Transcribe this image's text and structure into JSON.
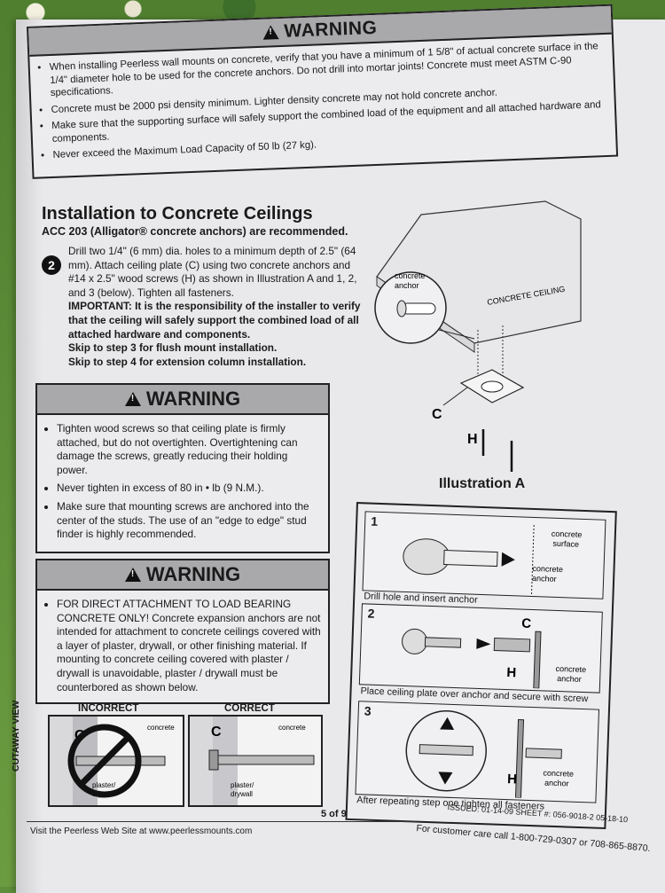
{
  "warning_top": {
    "title": "WARNING",
    "items": [
      "When installing Peerless wall mounts on concrete, verify that you have a minimum of 1 5/8\" of actual concrete surface in the 1/4\" diameter hole to be used for the concrete anchors. Do not drill into mortar joints! Concrete must meet ASTM C-90 specifications.",
      "Concrete must be 2000 psi density minimum. Lighter density concrete may not hold concrete anchor.",
      "Make sure that the supporting surface will safely support the combined load of the equipment and all attached hardware and components.",
      "Never exceed the Maximum Load Capacity of 50 lb (27 kg)."
    ]
  },
  "section": {
    "title": "Installation to Concrete Ceilings",
    "subtitle": "ACC 203 (Alligator® concrete anchors) are recommended."
  },
  "step2": {
    "number": "2",
    "text": "Drill two 1/4\" (6 mm) dia. holes to a minimum depth of 2.5\" (64 mm). Attach ceiling plate (C) using two concrete anchors and #14 x 2.5\" wood screws (H) as shown in Illustration A and 1, 2, and 3 (below). Tighten all fasteners.",
    "important": "IMPORTANT: It is the responsibility of the installer to verify that the ceiling will safely support the combined load of all attached hardware and components.",
    "skip3": "Skip to step 3 for flush mount installation.",
    "skip4": "Skip to step 4 for extension column installation."
  },
  "warning_mid": {
    "title": "WARNING",
    "items": [
      "Tighten wood screws so that ceiling plate is firmly attached, but do not overtighten. Overtightening can damage the screws, greatly reducing their holding power.",
      "Never tighten in excess of 80 in • lb (9 N.M.).",
      "Make sure that mounting screws are anchored into the center of the studs. The use of an \"edge to edge\" stud finder is highly recommended."
    ]
  },
  "warning_bot": {
    "title": "WARNING",
    "items": [
      "FOR DIRECT ATTACHMENT TO LOAD BEARING CONCRETE ONLY! Concrete expansion anchors are not intended for attachment to concrete ceilings covered with a layer of plaster, drywall, or other finishing material. If mounting to concrete ceiling covered with plaster / drywall is unavoidable, plaster / drywall must be counterbored as shown below."
    ]
  },
  "cutaway": {
    "side_label": "CUTAWAY VIEW",
    "incorrect": "INCORRECT",
    "correct": "CORRECT",
    "c": "C",
    "concrete": "concrete",
    "plaster": "plaster/",
    "drywall": "drywall"
  },
  "illustration_a": {
    "title": "Illustration A",
    "concrete_anchor_1": "concrete",
    "concrete_anchor_2": "anchor",
    "ceiling": "CONCRETE CEILING",
    "c": "C",
    "h": "H"
  },
  "steps": {
    "s1_num": "1",
    "s1_surface_1": "concrete",
    "s1_surface_2": "surface",
    "s1_anchor_1": "concrete",
    "s1_anchor_2": "anchor",
    "s1_caption": "Drill hole and insert anchor",
    "s2_num": "2",
    "s2_c": "C",
    "s2_h": "H",
    "s2_anchor_1": "concrete",
    "s2_anchor_2": "anchor",
    "s2_caption": "Place ceiling plate over anchor and secure with screw",
    "s3_num": "3",
    "s3_h": "H",
    "s3_anchor_1": "concrete",
    "s3_anchor_2": "anchor",
    "s3_caption": "After repeating step one tighten all fasteners"
  },
  "footer": {
    "page": "5 of 9",
    "visit": "Visit the Peerless Web Site at www.peerlessmounts.com",
    "issued": "ISSUED: 01-14-09  SHEET #: 056-9018-2  05-18-10",
    "care": "For customer care call 1-800-729-0307 or 708-865-8870."
  }
}
